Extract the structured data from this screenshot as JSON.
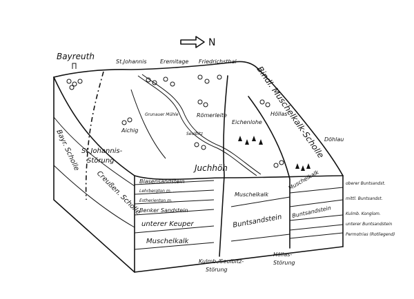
{
  "north": {
    "arrow": "⇨",
    "label": "N"
  },
  "places": {
    "bayreuth": "Bayreuth",
    "st_johannis": "St.Johannis",
    "eremitage": "Eremitage",
    "friedrichsthal": "Friedrichsthal",
    "roemerleite": "Römerleite",
    "aichig": "Aichig",
    "eichenlohe": "Eichenlohe",
    "hoellas": "Höllas",
    "juchhoeh": "Juchhöh",
    "doehlau": "Döhlau",
    "seulbitz": "Seulbitz",
    "grunauer_muehle": "Grunauer Mühle"
  },
  "faults": {
    "st_johannis_line1": "St.Johannis-",
    "st_johannis_line2": "Störung",
    "kulmb": "Kulmb./Seulbitz-",
    "kulmb_line2": "Störung",
    "hoellas_fault": "Höllas-",
    "hoellas_fault_line2": "Störung"
  },
  "scholle": {
    "bayr": "Bayr. Scholle",
    "creussen": "Creußen. Scholle",
    "bindl": "Bindl. Muschelkalk-Scholle"
  },
  "layers_left": [
    "Blasensandstein",
    "Lehrbergton m. ...",
    "Estherienton m. ...",
    "Benker Sandstein",
    "unterer Keuper",
    "Muschelkalk"
  ],
  "layers_mid": {
    "muschelkalk": "Muschelkalk",
    "buntsandstein": "Buntsandstein",
    "muschelkalk_right": "Muschelkalk",
    "buntsandstein_right": "Buntsandstein"
  },
  "legend_right": [
    "oberer Buntsandst.",
    "mittl. Buntsandst.",
    "Kulmb. Konglom.",
    "unterer Buntsandstein",
    "Permotrias (Rotliegend)"
  ]
}
